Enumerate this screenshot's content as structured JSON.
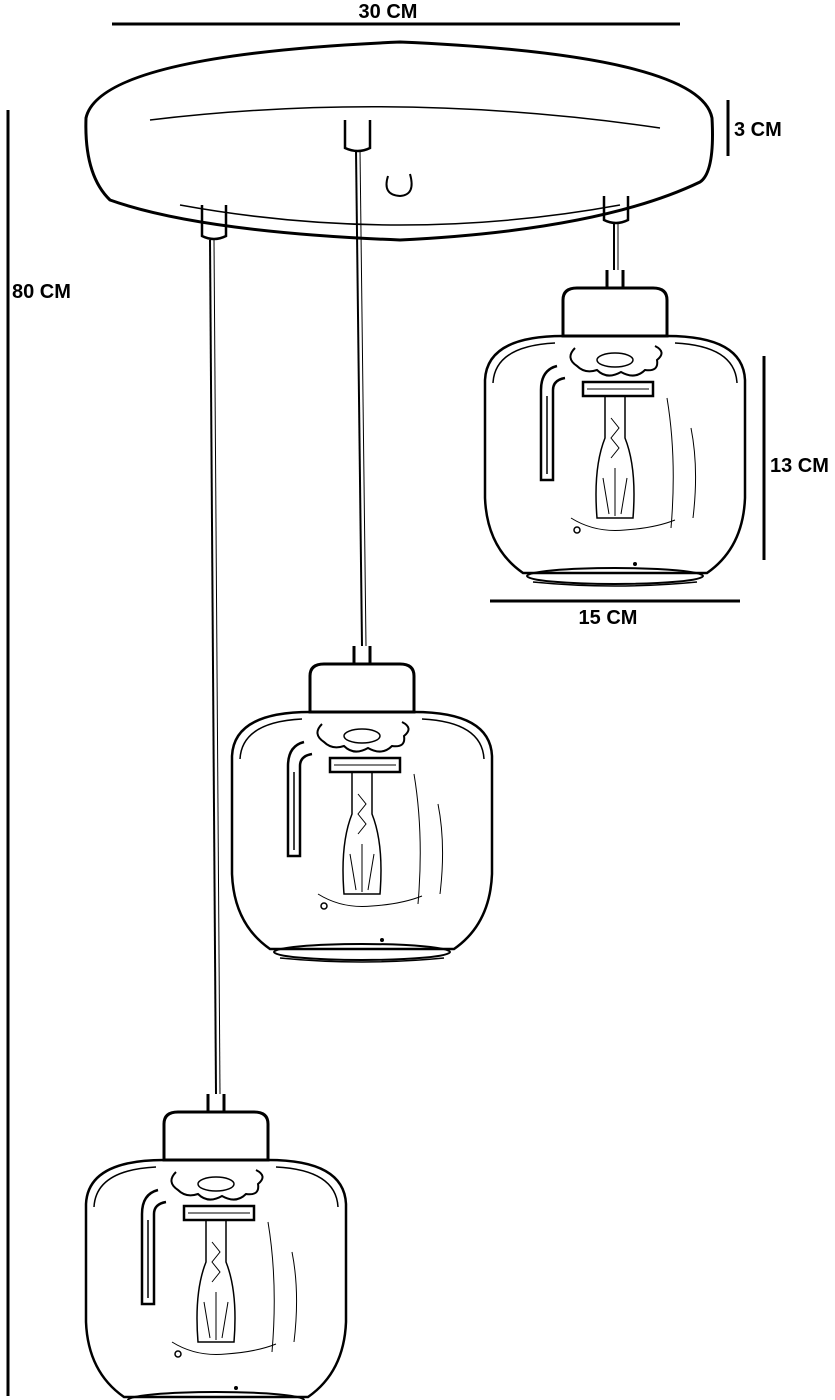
{
  "dimensions": {
    "width_label": "30 CM",
    "canopy_height_label": "3 CM",
    "total_drop_label": "80 CM",
    "shade_height_label": "13 CM",
    "shade_width_label": "15 CM"
  },
  "colors": {
    "line": "#000000",
    "background": "#ffffff"
  }
}
